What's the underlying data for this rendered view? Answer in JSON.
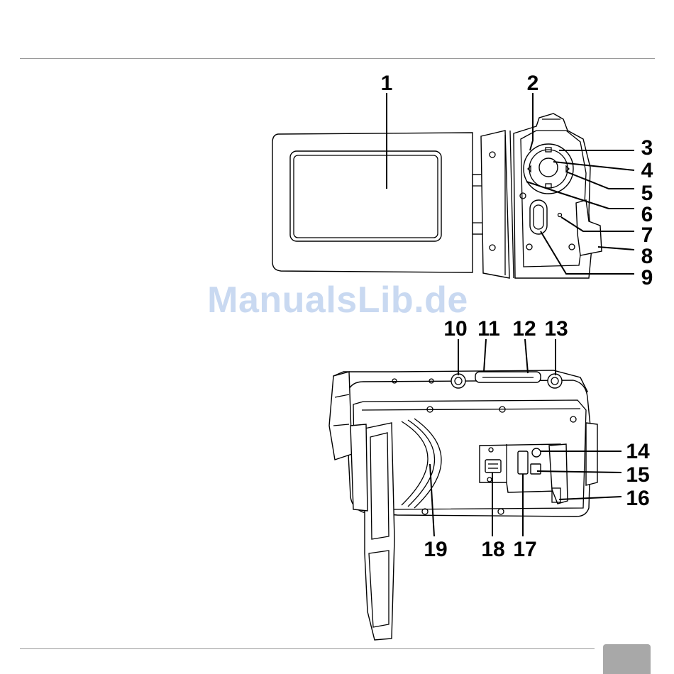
{
  "page": {
    "watermark": "ManualsLib.de",
    "tab_color": "#a8a8a8",
    "rule_color": "#9a9a9a",
    "watermark_color": "#c9d9f1"
  },
  "figure_front": {
    "callouts": [
      "1",
      "2",
      "3",
      "4",
      "5",
      "6",
      "7",
      "8",
      "9"
    ]
  },
  "figure_side": {
    "callouts": [
      "10",
      "11",
      "12",
      "13",
      "14",
      "15",
      "16",
      "17",
      "18",
      "19"
    ]
  }
}
